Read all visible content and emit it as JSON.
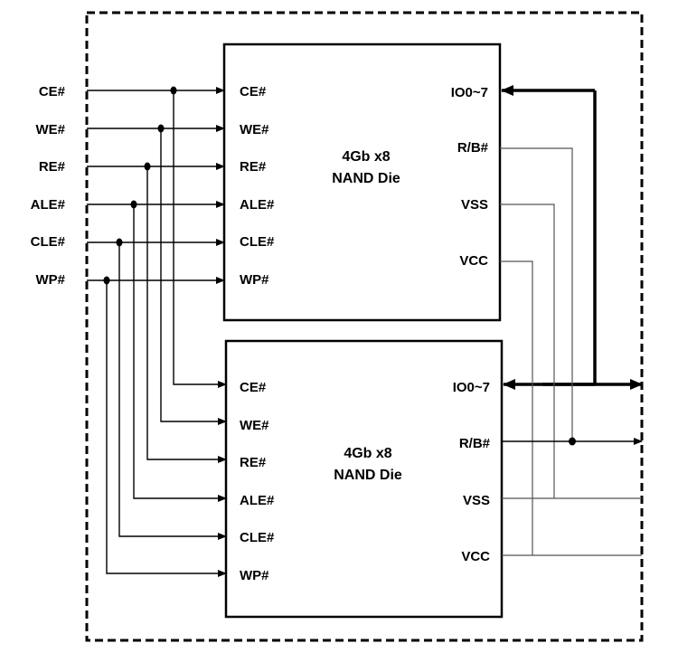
{
  "external_signals": [
    "CE#",
    "WE#",
    "RE#",
    "ALE#",
    "CLE#",
    "WP#"
  ],
  "die_top": {
    "title_line1": "4Gb x8",
    "title_line2": "NAND Die",
    "left_pins": [
      "CE#",
      "WE#",
      "RE#",
      "ALE#",
      "CLE#",
      "WP#"
    ],
    "right_pins": [
      "IO0~7",
      "R/B#",
      "VSS",
      "VCC"
    ]
  },
  "die_bottom": {
    "title_line1": "4Gb x8",
    "title_line2": "NAND Die",
    "left_pins": [
      "CE#",
      "WE#",
      "RE#",
      "ALE#",
      "CLE#",
      "WP#"
    ],
    "right_pins": [
      "IO0~7",
      "R/B#",
      "VSS",
      "VCC"
    ]
  }
}
